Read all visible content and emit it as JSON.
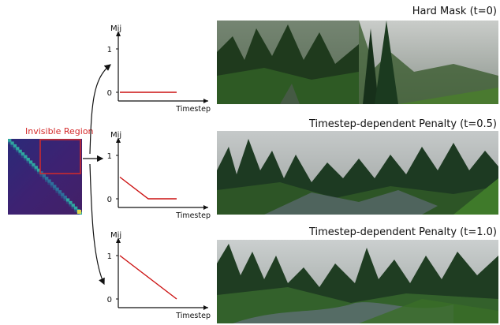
{
  "region_label": "Invisible Region",
  "rows": [
    {
      "title": "Hard Mask (t=0)",
      "ylabel": "Mij",
      "xlabel": "Timestep",
      "ticks": [
        "1",
        "0"
      ],
      "curve": [
        [
          0,
          0
        ],
        [
          1,
          0
        ]
      ]
    },
    {
      "title": "Timestep-dependent Penalty (t=0.5)",
      "ylabel": "Mij",
      "xlabel": "Timestep",
      "ticks": [
        "1",
        "0"
      ],
      "curve": [
        [
          0,
          0.5
        ],
        [
          0.5,
          0
        ],
        [
          1,
          0
        ]
      ]
    },
    {
      "title": "Timestep-dependent Penalty (t=1.0)",
      "ylabel": "Mij",
      "xlabel": "Timestep",
      "ticks": [
        "1",
        "0"
      ],
      "curve": [
        [
          0,
          1
        ],
        [
          1,
          0
        ]
      ]
    }
  ],
  "colors": {
    "curve": "#cc1111",
    "region": "#d42a2a",
    "matrix_bg": "#3b1f6e",
    "matrix_diag": "#2fa7a0"
  }
}
